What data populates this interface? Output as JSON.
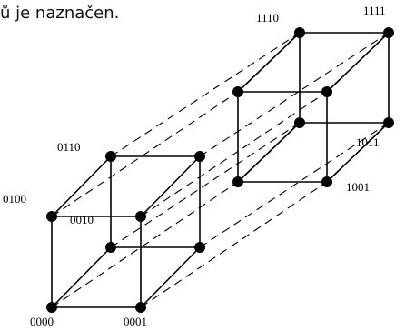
{
  "caption": "ů je naznačen.",
  "vertex_labels": {
    "v0000": "0000",
    "v0001": "0001",
    "v0010": "0010",
    "v0100": "0100",
    "v0110": "0110",
    "v1001": "1001",
    "v1011": "1011",
    "v1110": "1110",
    "v1111": "1111"
  }
}
